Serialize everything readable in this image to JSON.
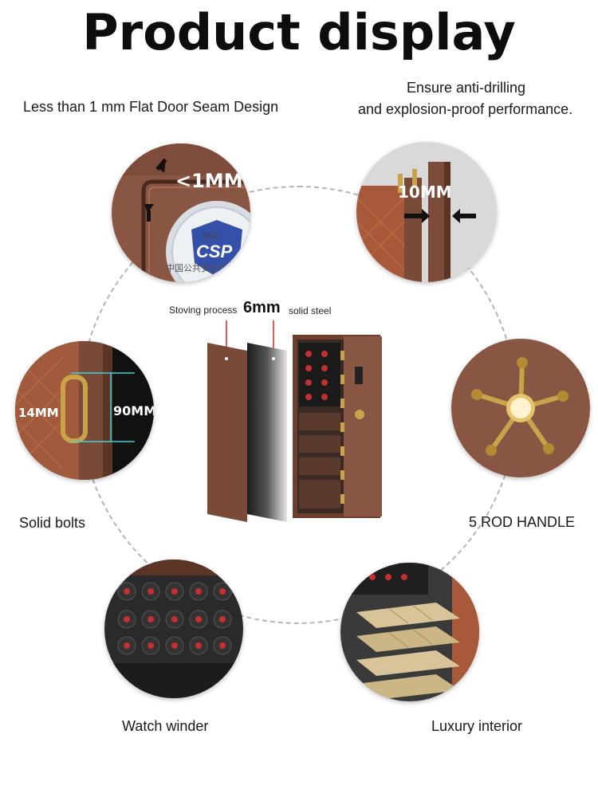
{
  "title": "Product display",
  "features": {
    "door_seam": {
      "label": "Less than 1 mm Flat Door Seam Design",
      "callout": "<1MM",
      "seal_brand": "CSP",
      "seal_cn_top": "苏坝",
      "seal_cn_bottom": "中国公共安全产品"
    },
    "anti_drill": {
      "label_line1": "Ensure anti-drilling",
      "label_line2": "and explosion-proof performance.",
      "callout": "10MM"
    },
    "bolts": {
      "label": "Solid bolts",
      "callout_left": "14MM",
      "callout_right": "90MM"
    },
    "handle": {
      "label": "5 ROD HANDLE"
    },
    "winder": {
      "label": "Watch winder"
    },
    "interior": {
      "label": "Luxury interior"
    }
  },
  "center": {
    "stoving": "Stoving process",
    "thickness_value": "6mm",
    "thickness_text": "solid steel"
  },
  "colors": {
    "brown": "#7a4a38",
    "brown_dark": "#5c3426",
    "gold": "#c9a34a",
    "steel": "#3a3a3a"
  }
}
